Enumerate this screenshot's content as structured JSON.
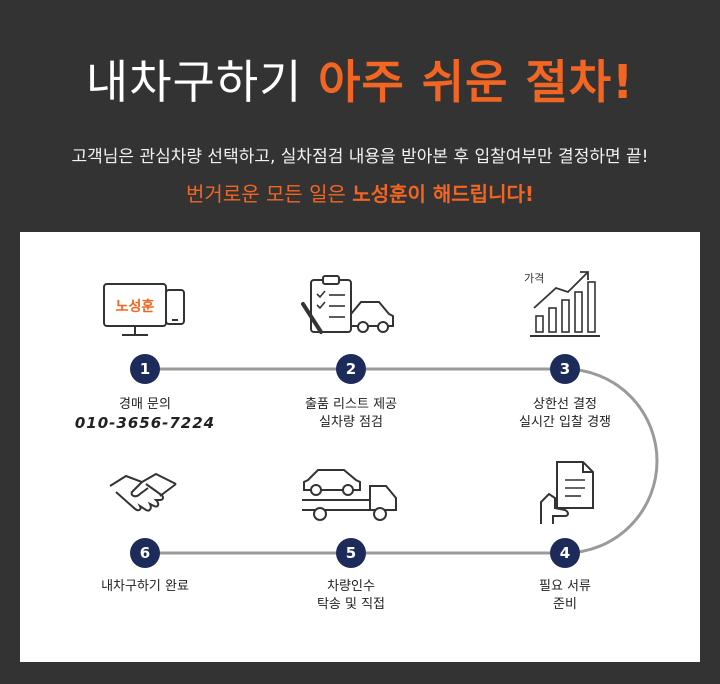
{
  "header": {
    "title_white": "내차구하기 ",
    "title_orange": "아주 쉬운 절차!",
    "subtitle": "고객님은 관심차량 선택하고, 실차점검 내용을 받아본 후 입찰여부만 결정하면 끝!",
    "tagline_pre": "번거로운 모든 일은 ",
    "tagline_brand": "노성훈",
    "tagline_post": "이 해드립니다!"
  },
  "icons": {
    "monitor_logo": "노성훈",
    "chart_label": "가격"
  },
  "steps": [
    {
      "num": "1",
      "line1": "경매 문의",
      "line2": "010-3656-7224",
      "icon": "monitor-phone-icon"
    },
    {
      "num": "2",
      "line1": "출품 리스트 제공",
      "line2": "실차량 점검",
      "icon": "checklist-car-icon"
    },
    {
      "num": "3",
      "line1": "상한선 결정",
      "line2": "실시간 입찰 경쟁",
      "icon": "price-chart-icon"
    },
    {
      "num": "4",
      "line1": "필요 서류",
      "line2": "준비",
      "icon": "document-hand-icon"
    },
    {
      "num": "5",
      "line1": "차량인수",
      "line2": "탁송 및 직접",
      "icon": "tow-truck-icon"
    },
    {
      "num": "6",
      "line1": "내차구하기 완료",
      "line2": "",
      "icon": "handshake-icon"
    }
  ],
  "colors": {
    "accent": "#f26522",
    "step_circle": "#1d2b5a",
    "flow_line": "#9a9a9a",
    "background": "#333333"
  }
}
